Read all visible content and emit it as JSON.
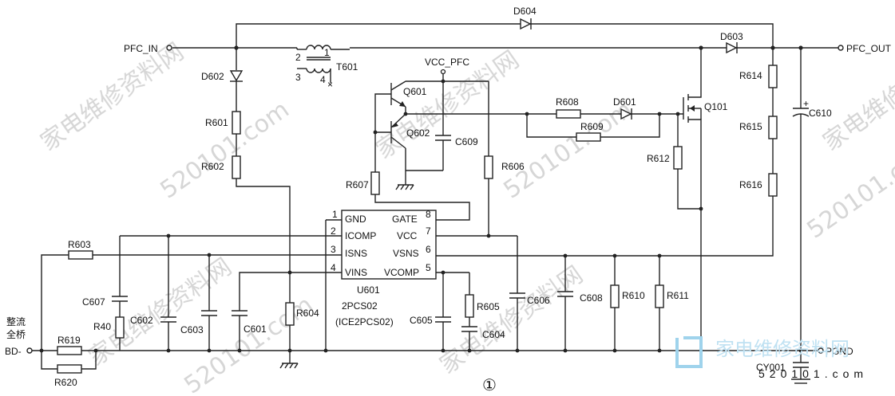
{
  "nets": {
    "pfc_in": "PFC_IN",
    "pfc_out": "PFC_OUT",
    "vcc_pfc": "VCC_PFC",
    "pgnd": "PGND",
    "bd_minus_line1": "整流",
    "bd_minus_line2": "全桥",
    "bd_minus_line3": "BD-"
  },
  "ic": {
    "ref": "U601",
    "part": "2PCS02",
    "alt_part": "(ICE2PCS02)",
    "pins": [
      {
        "num": "1",
        "name": "GND"
      },
      {
        "num": "2",
        "name": "ICOMP"
      },
      {
        "num": "3",
        "name": "ISNS"
      },
      {
        "num": "4",
        "name": "VINS"
      },
      {
        "num": "8",
        "name": "GATE"
      },
      {
        "num": "7",
        "name": "VCC"
      },
      {
        "num": "6",
        "name": "VSNS"
      },
      {
        "num": "5",
        "name": "VCOMP"
      }
    ]
  },
  "components": {
    "D604": "D604",
    "D603": "D603",
    "D602": "D602",
    "D601": "D601",
    "T601": "T601",
    "T601_pin2": "2",
    "T601_pin1": "1",
    "T601_pin3": "3",
    "T601_pin4": "4",
    "Q601": "Q601",
    "Q602": "Q602",
    "Q101": "Q101",
    "R601": "R601",
    "R602": "R602",
    "R603": "R603",
    "R604": "R604",
    "R605": "R605",
    "R606": "R606",
    "R607": "R607",
    "R608": "R608",
    "R609": "R609",
    "R610": "R610",
    "R611": "R611",
    "R612": "R612",
    "R614": "R614",
    "R615": "R615",
    "R616": "R616",
    "R619": "R619",
    "R620": "R620",
    "R40": "R40",
    "C601": "C601",
    "C602": "C602",
    "C603": "C603",
    "C604": "C604",
    "C605": "C605",
    "C606": "C606",
    "C607": "C607",
    "C608": "C608",
    "C609": "C609",
    "C610": "C610",
    "CY001": "CY001",
    "C610_plus": "+"
  },
  "figure_label": "①",
  "watermarks": {
    "text1": "家电维修资料网",
    "text2": "520101.com",
    "logo_text": "家电维修资料网",
    "logo_url": "520101.com"
  }
}
